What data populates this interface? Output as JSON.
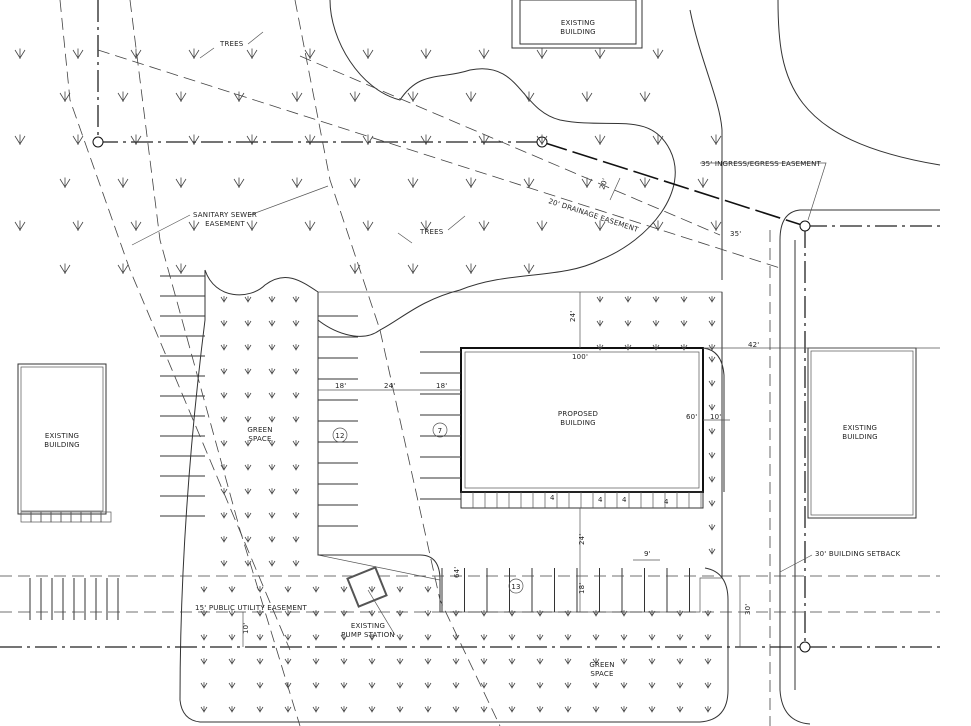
{
  "title": "Site Plan",
  "labels": {
    "existing_building_top": [
      "EXISTING",
      "BUILDING"
    ],
    "existing_building_left": [
      "EXISTING",
      "BUILDING"
    ],
    "existing_building_right": [
      "EXISTING",
      "BUILDING"
    ],
    "trees_top": "TREES",
    "trees_mid": "TREES",
    "sanitary_sewer": [
      "SANITARY SEWER",
      "EASEMENT"
    ],
    "drainage_easement": "20' DRAINAGE EASEMENT",
    "drainage_dim": "20'",
    "ingress_egress": "35' INGRESS/EGRESS EASEMENT",
    "ingress_dim": "35'",
    "proposed_building": [
      "PROPOSED",
      "BUILDING"
    ],
    "green_space_left": [
      "GREEN",
      "SPACE"
    ],
    "green_space_bottom": [
      "GREEN",
      "SPACE"
    ],
    "building_setback": "30' BUILDING SETBACK",
    "public_utility": "15' PUBLIC UTILITY EASEMENT",
    "pump_station": [
      "EXISTING",
      "PUMP STATION"
    ]
  },
  "dimensions": {
    "north_drive": "24'",
    "building_width": "100'",
    "east_offset": "42'",
    "stall_left": "18'",
    "aisle": "24'",
    "stall_right": "18'",
    "building_depth": "60'",
    "sidewalk": "10'",
    "south_drive": "24'",
    "stall_width": "9'",
    "south_stall_depth": "18'",
    "south_offset": "64'",
    "setback_dim": "30'",
    "utility_dim": "10'"
  },
  "parking_counts": {
    "west": "12",
    "center": "7",
    "south": "13"
  },
  "ada_marks": [
    "4",
    "4",
    "4",
    "4"
  ]
}
